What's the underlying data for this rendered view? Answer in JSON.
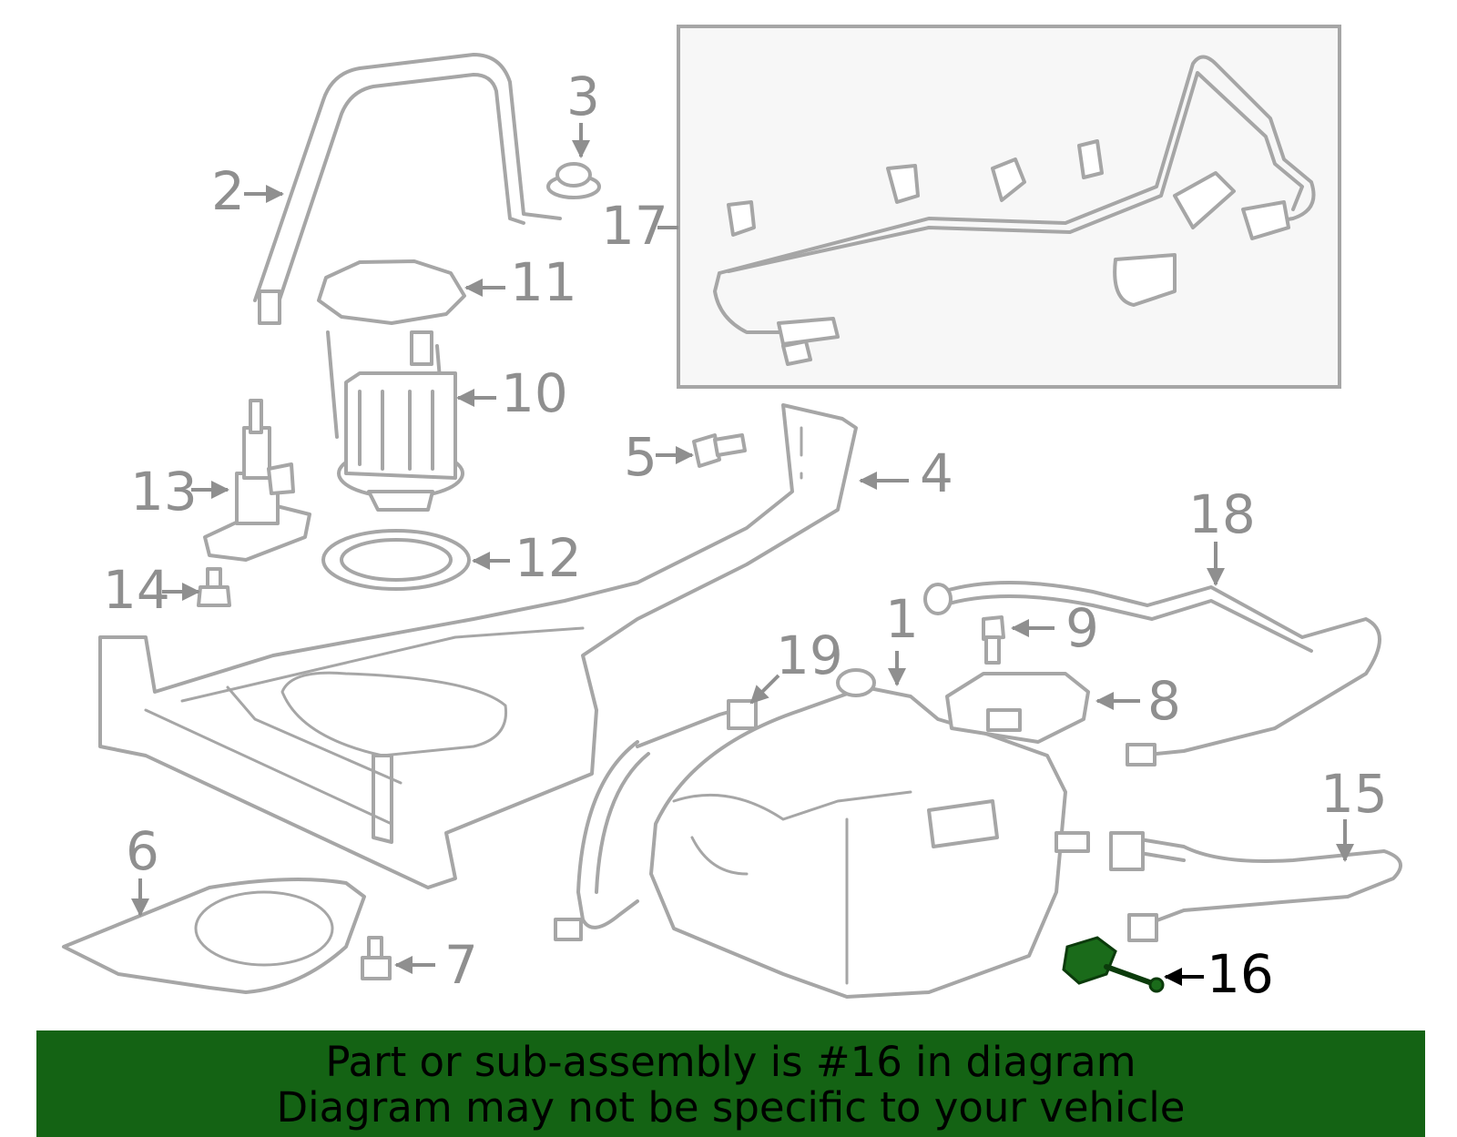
{
  "diagram": {
    "callouts": [
      "1",
      "2",
      "3",
      "4",
      "5",
      "6",
      "7",
      "8",
      "9",
      "10",
      "11",
      "12",
      "13",
      "14",
      "15",
      "16",
      "17",
      "18",
      "19"
    ],
    "highlighted_part": "16",
    "colors": {
      "line_art": "#a6a6a6",
      "callout_text": "#8f8f8f",
      "highlight_part": "#1a6b1a",
      "banner_background": "#146314"
    }
  },
  "banner": {
    "line1": "Part or sub-assembly is #16 in diagram",
    "line2": "Diagram may not be specific to your vehicle"
  }
}
